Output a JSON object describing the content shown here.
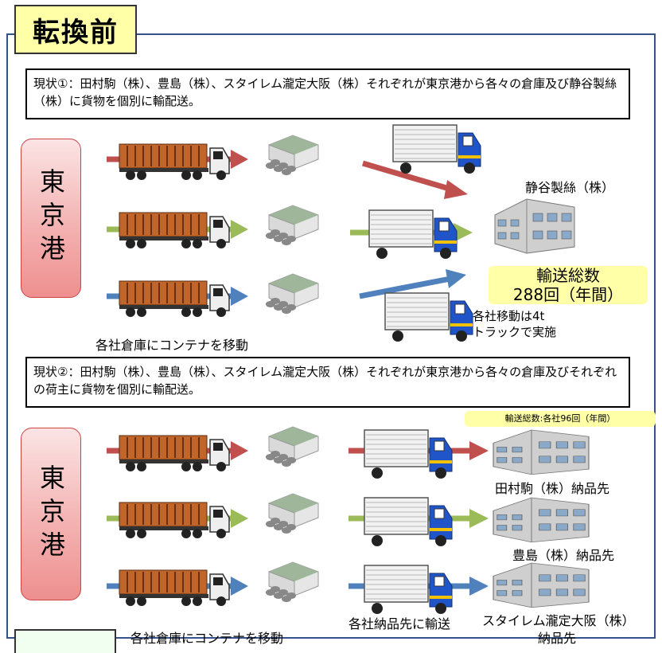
{
  "title": "転換前",
  "section1": {
    "status": "現状①：田村駒（株）、豊島（株）、スタイレム瀧定大阪（株）それぞれが東京港から各々の倉庫及び静谷製絲（株）に貨物を個別に輸配送。",
    "port": "東京港",
    "warehouse_caption": "各社倉庫にコンテナを移動",
    "destination": "静谷製絲（株）",
    "total_label": "輸送総数",
    "total_value": "288回（年間）",
    "truck_note_line1": "各社移動は4t",
    "truck_note_line2": "トラックで実施"
  },
  "section2": {
    "status": "現状②：田村駒（株）、豊島（株）、スタイレム瀧定大阪（株）それぞれが東京港から各々の倉庫及びそれぞれの荷主に貨物を個別に輸配送。",
    "port": "東京港",
    "total_note": "輸送総数:各社96回（年間）",
    "dest1": "田村駒（株）納品先",
    "dest2": "豊島（株）納品先",
    "dest3_line1": "スタイレム瀧定大阪（株）",
    "dest3_line2": "納品先",
    "warehouse_caption": "各社倉庫にコンテナを移動",
    "delivery_caption": "各社納品先に輸送"
  },
  "colors": {
    "red": "#c0504d",
    "green": "#9bbb59",
    "blue": "#4f81bd",
    "container": "#c0662a",
    "frame": "#34538a",
    "highlight": "#ffffa8"
  },
  "icons": [
    "container-truck-icon",
    "warehouse-icon",
    "box-truck-icon",
    "factory-icon",
    "arrow-icon"
  ]
}
